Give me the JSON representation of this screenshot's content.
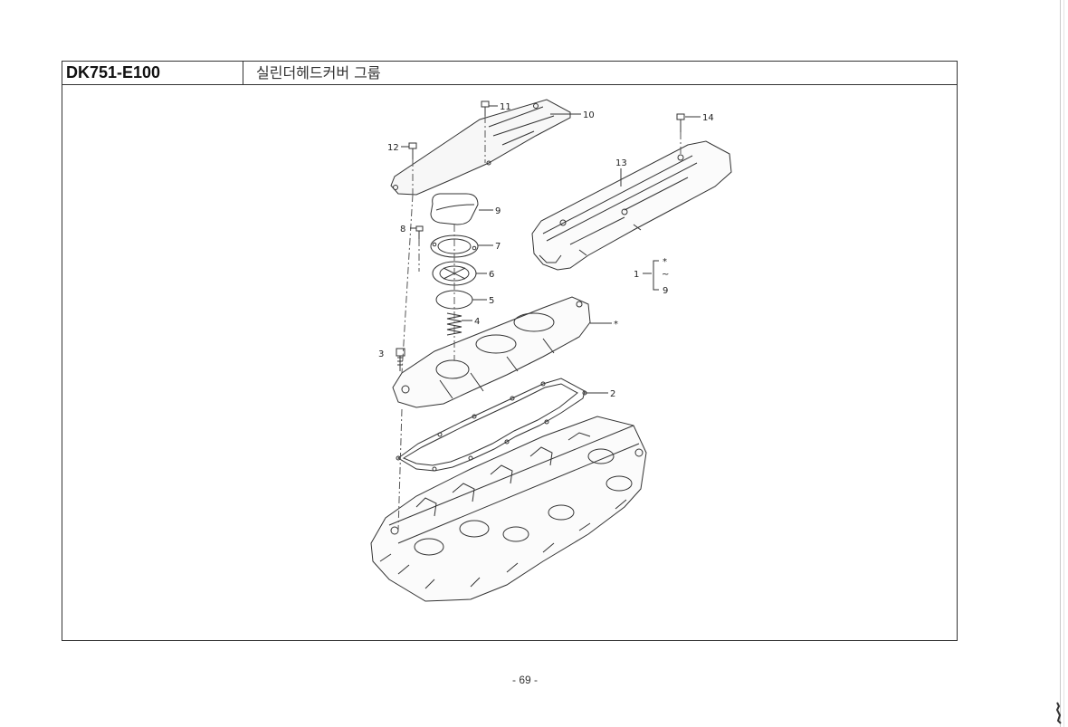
{
  "header": {
    "code": "DK751-E100",
    "title": "실린더헤드커버 그룹"
  },
  "callouts": {
    "c1": "1",
    "c2": "2",
    "c3": "3",
    "c4": "4",
    "c5": "5",
    "c6": "6",
    "c7": "7",
    "c8": "8",
    "c9": "9",
    "c10": "10",
    "c11": "11",
    "c12": "12",
    "c13": "13",
    "c14": "14",
    "asterisk": "*",
    "tilde": "~",
    "kit_end": "9"
  },
  "footer": {
    "page_number": "- 69 -"
  }
}
